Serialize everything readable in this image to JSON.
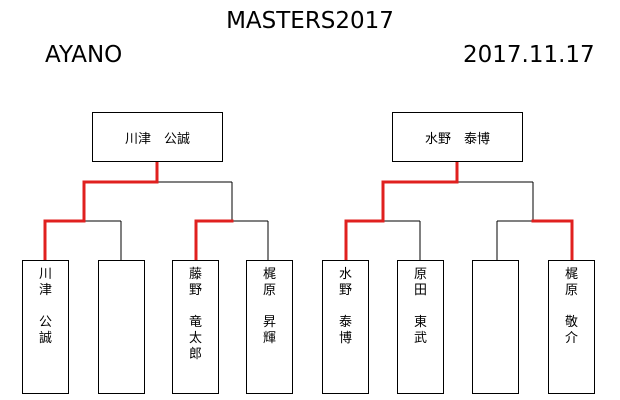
{
  "header": {
    "title": "MASTERS2017",
    "venue": "AYANO",
    "date": "2017.11.17"
  },
  "brackets": [
    {
      "winner": "川津　公誠",
      "players": [
        {
          "name_vertical": "川\n津\n\n公\n誠"
        },
        {
          "name_vertical": ""
        },
        {
          "name_vertical": "藤\n野\n\n竜\n太\n郎"
        },
        {
          "name_vertical": "梶\n原\n\n昇\n輝"
        }
      ]
    },
    {
      "winner": "水野　泰博",
      "players": [
        {
          "name_vertical": "水\n野\n\n泰\n博"
        },
        {
          "name_vertical": "原\n田\n\n東\n武"
        },
        {
          "name_vertical": ""
        },
        {
          "name_vertical": "梶\n原\n\n敬\n介"
        }
      ]
    }
  ],
  "colors": {
    "winner_path": "#e0201f",
    "line": "#000000"
  }
}
